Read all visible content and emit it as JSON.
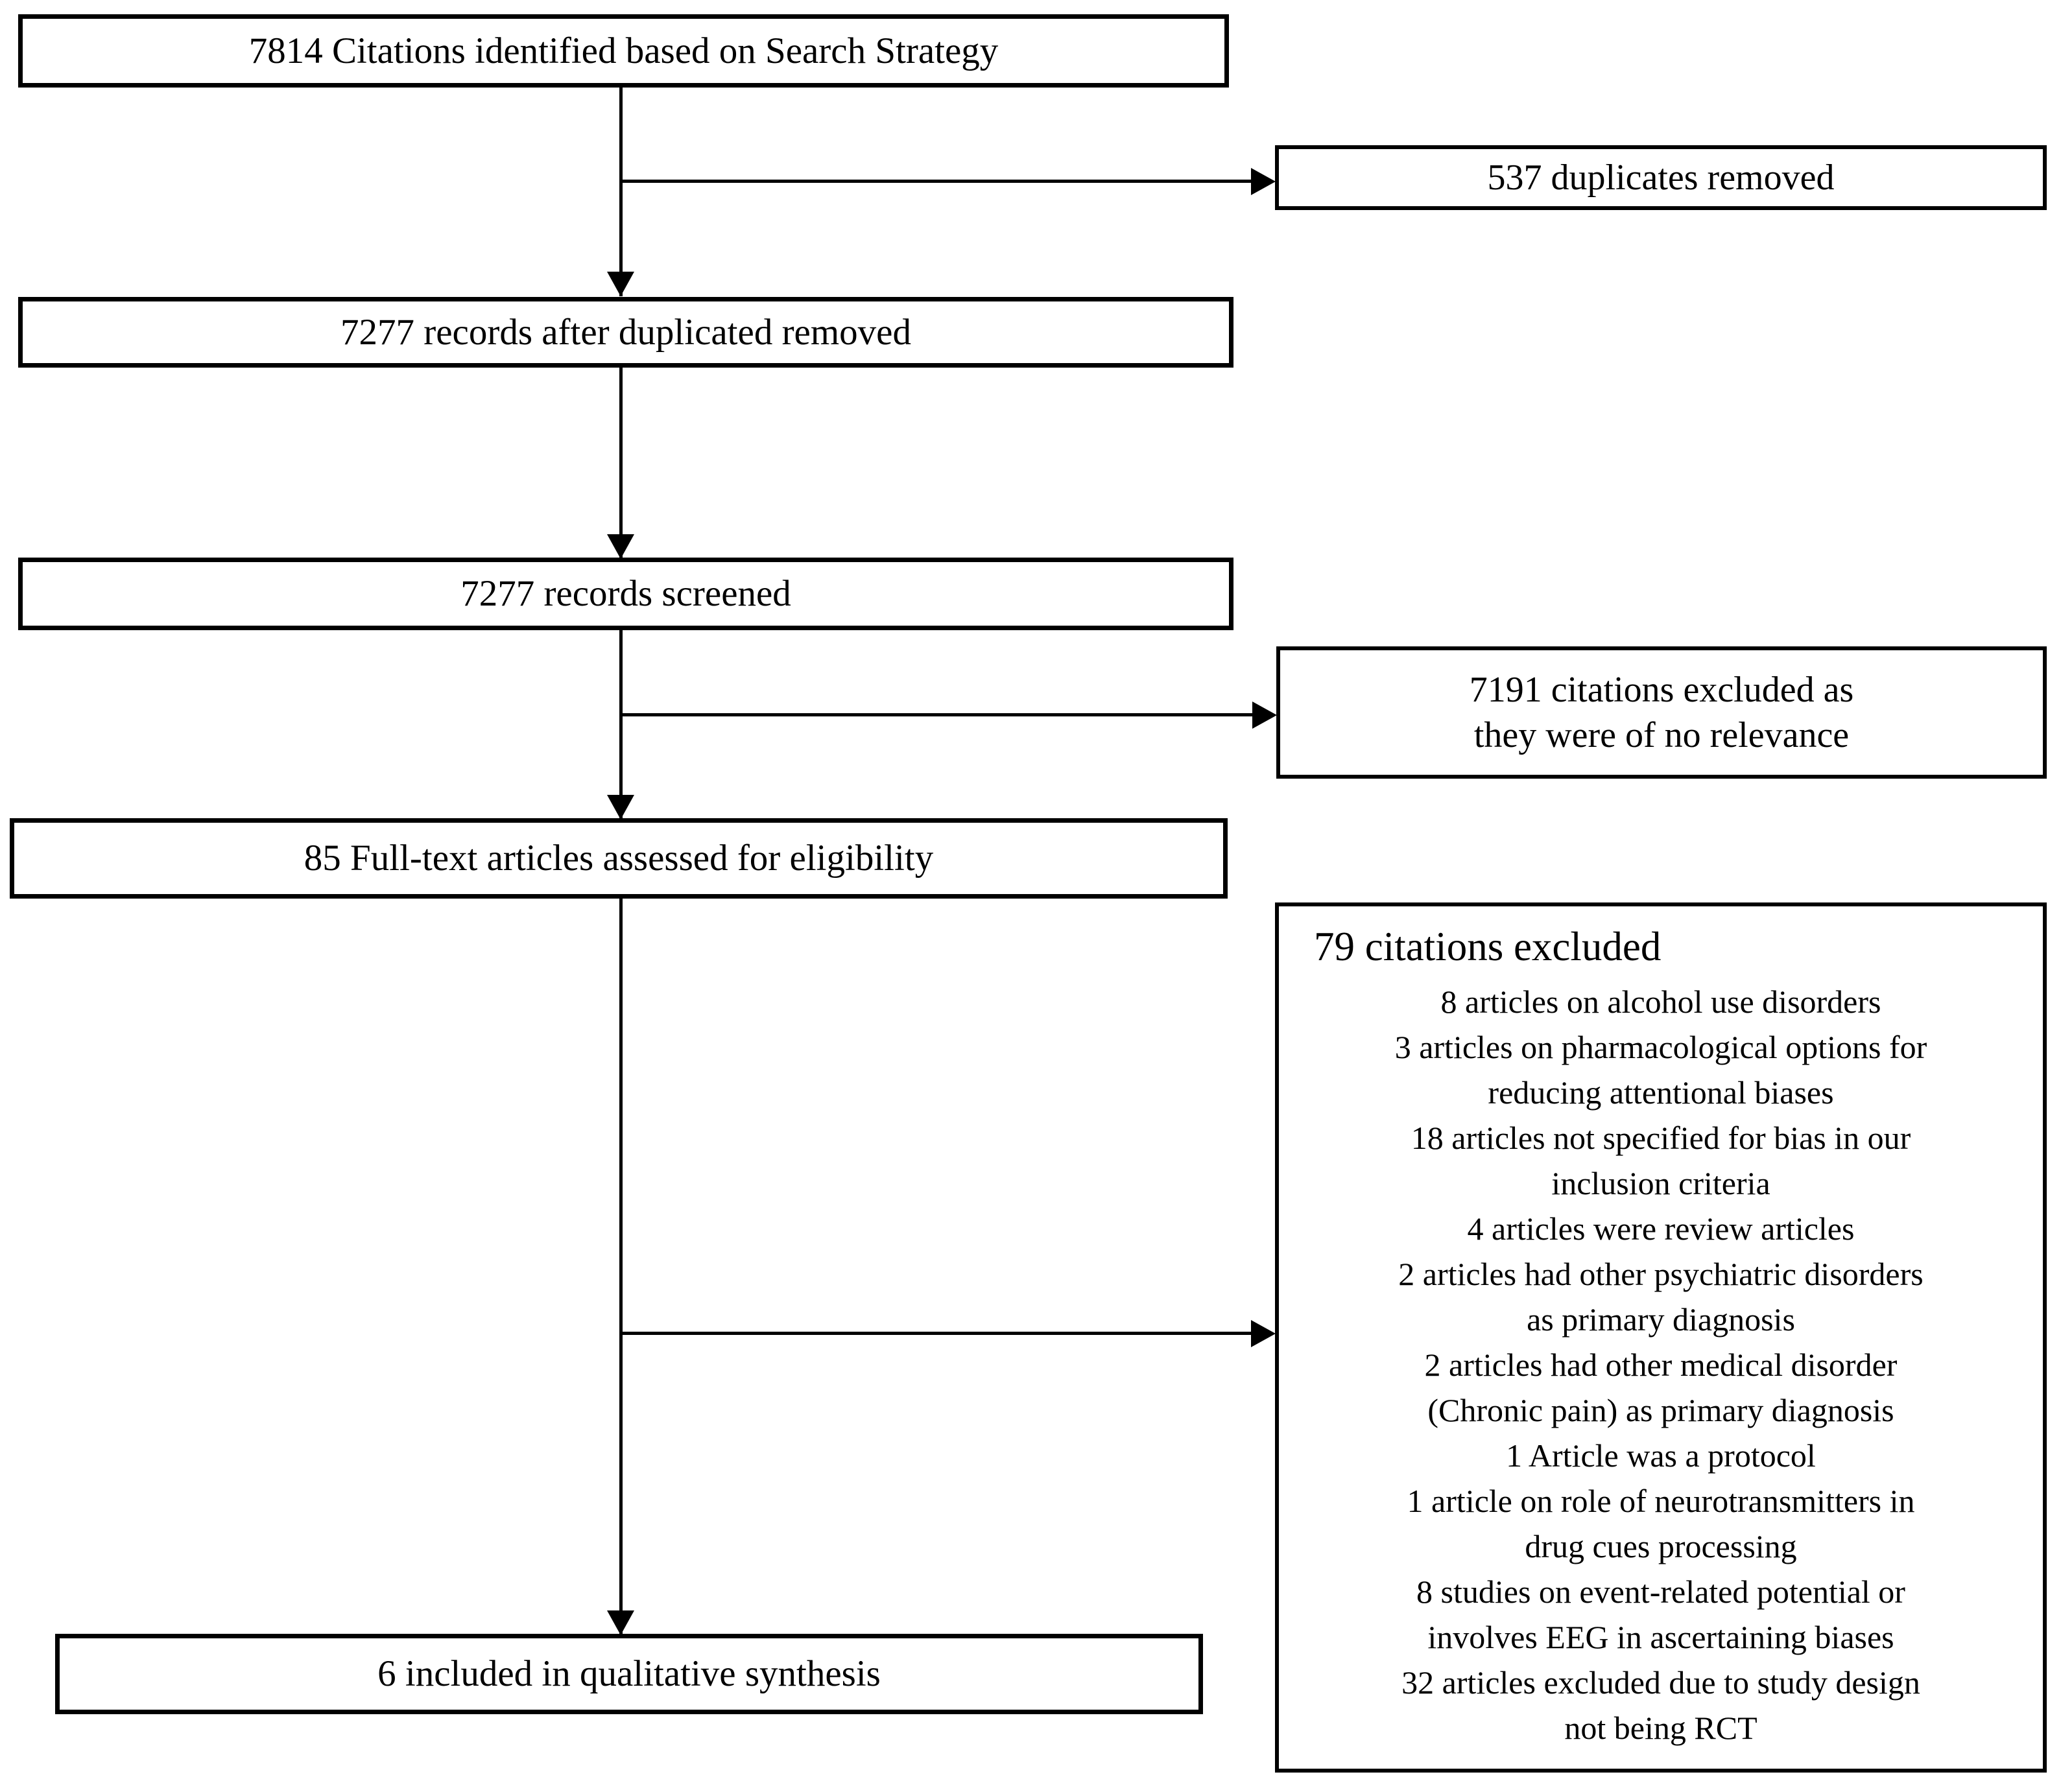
{
  "flowchart": {
    "nodes": {
      "identified": {
        "text": "7814 Citations identified based on Search Strategy"
      },
      "duplicates_removed": {
        "text": "537 duplicates removed"
      },
      "after_duplicates": {
        "text": "7277 records after duplicated removed"
      },
      "screened": {
        "text": "7277 records screened"
      },
      "excluded_no_relevance": {
        "text": "7191 citations excluded as\nthey were of no relevance"
      },
      "fulltext_assessed": {
        "text": "85 Full-text articles assessed for eligibility"
      },
      "citations_excluded": {
        "header": "79 citations excluded",
        "items": [
          "8 articles on alcohol use disorders",
          "3 articles on pharmacological options for\nreducing attentional biases",
          "18 articles not specified for bias in our\ninclusion criteria",
          "4 articles were review articles",
          "2 articles had other psychiatric disorders\nas primary diagnosis",
          "2 articles had other medical disorder\n(Chronic pain) as primary diagnosis",
          "1 Article was a protocol",
          "1 article on role of neurotransmitters in\ndrug cues processing",
          "8 studies on event-related potential or\ninvolves EEG in ascertaining biases",
          "32 articles excluded due to study design\nnot being RCT"
        ]
      },
      "included": {
        "text": "6 included in qualitative synthesis"
      }
    },
    "colors": {
      "background": "#ffffff",
      "line": "#000000",
      "border": "#000000",
      "text": "#000000"
    }
  }
}
